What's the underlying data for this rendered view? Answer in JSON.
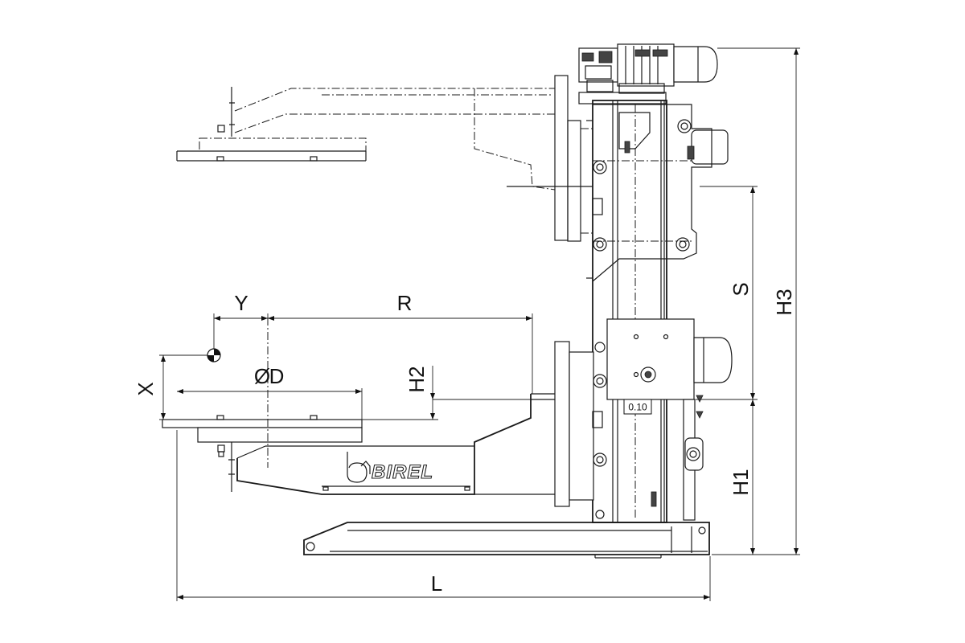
{
  "drawing": {
    "brand": "BIREL",
    "tolerance": "0.10",
    "dimensions": {
      "L": "L",
      "R": "R",
      "Y": "Y",
      "X": "X",
      "D": "D",
      "diameter_symbol": "Ø",
      "H1": "H1",
      "H2": "H2",
      "H3": "H3",
      "S": "S"
    }
  }
}
